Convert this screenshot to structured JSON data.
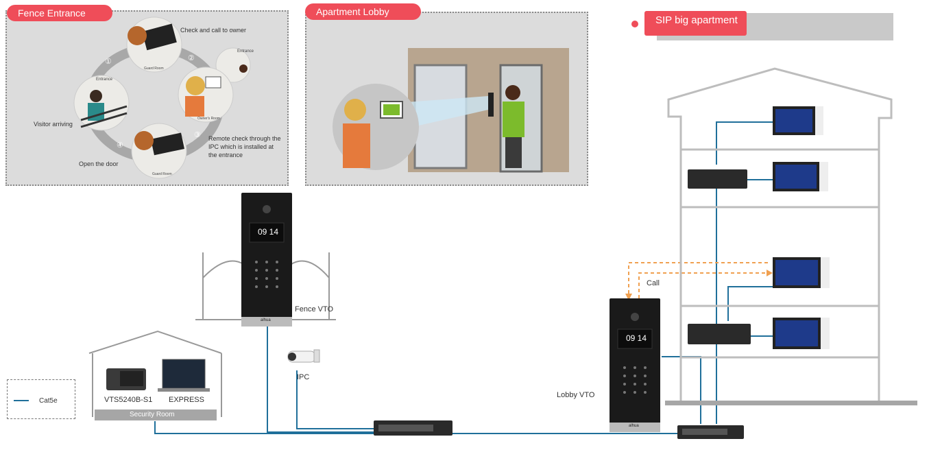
{
  "fence_panel": {
    "title": "Fence Entrance",
    "step1": "Check and call to owner",
    "step2_label_entrance": "Entrance",
    "step3": "Remote check through the IPC which is installed at the entrance",
    "step4": "Open the door",
    "visitor": "Visitor arriving",
    "small_entrance": "Entrance",
    "guard_room_1": "Guard Room",
    "guard_room_2": "Guard Room",
    "owners_room": "Owner's Room",
    "num1": "①",
    "num2": "②",
    "num3": "③",
    "num4": "④"
  },
  "lobby_panel": {
    "title": "Apartment Lobby"
  },
  "sip_tag": {
    "title": "SIP big apartment"
  },
  "devices": {
    "fence_vto": "Fence VTO",
    "ipc": "IPC",
    "vts": "VTS5240B-S1",
    "express": "EXPRESS",
    "security_room": "Security Room",
    "lobby_vto": "Lobby VTO",
    "call": "Call",
    "vto_time": "09 14",
    "brand": "alhua"
  },
  "legend": {
    "label": "Cat5e"
  },
  "colors": {
    "tag_red": "#ef4d59",
    "cable_blue": "#1f6f9a",
    "call_orange": "#f0a050"
  }
}
